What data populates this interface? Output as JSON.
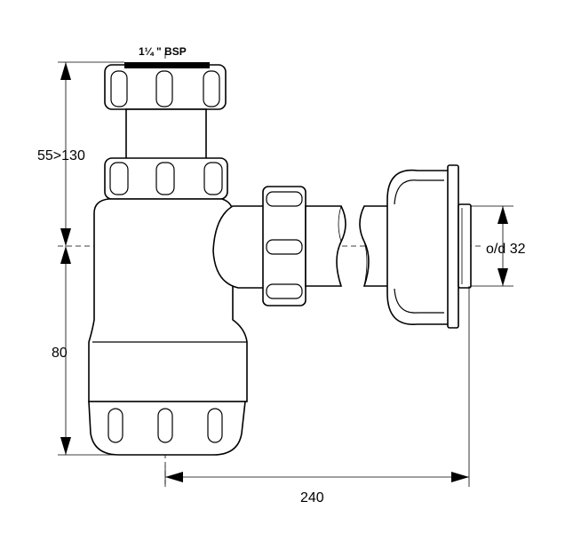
{
  "labels": {
    "thread": "1¼ \" BSP",
    "height_adjustable": "55>130",
    "lower_height": "80",
    "outlet_diameter": "o/d 32",
    "projection": "240"
  },
  "colors": {
    "line": "#000000",
    "background": "#ffffff"
  }
}
